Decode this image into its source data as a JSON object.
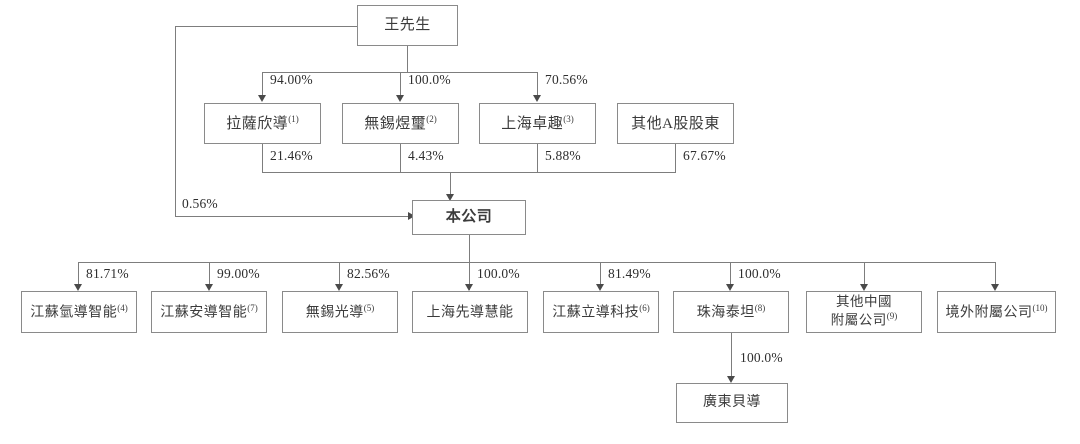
{
  "diagram": {
    "title": "Shareholding and corporate structure chart",
    "type": "org-chart",
    "line_color": "#7d7d7d",
    "box_border_color": "#8a8a8a",
    "text_color": "#3b3b3b"
  },
  "nodes": {
    "controller": {
      "label": "王先生"
    },
    "tier2": [
      {
        "label": "拉薩欣導",
        "note": "(1)"
      },
      {
        "label": "無錫煜璽",
        "note": "(2)"
      },
      {
        "label": "上海卓趣",
        "note": "(3)"
      },
      {
        "label": "其他A股股東",
        "note": ""
      }
    ],
    "company": {
      "label": "本公司"
    },
    "subsidiaries": [
      {
        "label": "江蘇氫導智能",
        "note": "(4)"
      },
      {
        "label": "江蘇安導智能",
        "note": "(7)"
      },
      {
        "label": "無錫光導",
        "note": "(5)"
      },
      {
        "label": "上海先導慧能",
        "note": ""
      },
      {
        "label": "江蘇立導科技",
        "note": "(6)"
      },
      {
        "label": "珠海泰坦",
        "note": "(8)"
      },
      {
        "label": "其他中國\n附屬公司",
        "line1": "其他中國",
        "line2": "附屬公司",
        "note": "(9)"
      },
      {
        "label": "境外附屬公司",
        "note": "(10)"
      }
    ],
    "sub_subsidiary": {
      "label": "廣東貝導"
    }
  },
  "percentages": {
    "controller_to_tier2": [
      "94.00%",
      "100.0%",
      "70.56%"
    ],
    "controller_direct_to_company": "0.56%",
    "tier2_to_company": [
      "21.46%",
      "4.43%",
      "5.88%",
      "67.67%"
    ],
    "company_to_subsidiaries": [
      "81.71%",
      "99.00%",
      "82.56%",
      "100.0%",
      "81.49%",
      "100.0%",
      "",
      ""
    ],
    "taitan_to_beidao": "100.0%"
  }
}
